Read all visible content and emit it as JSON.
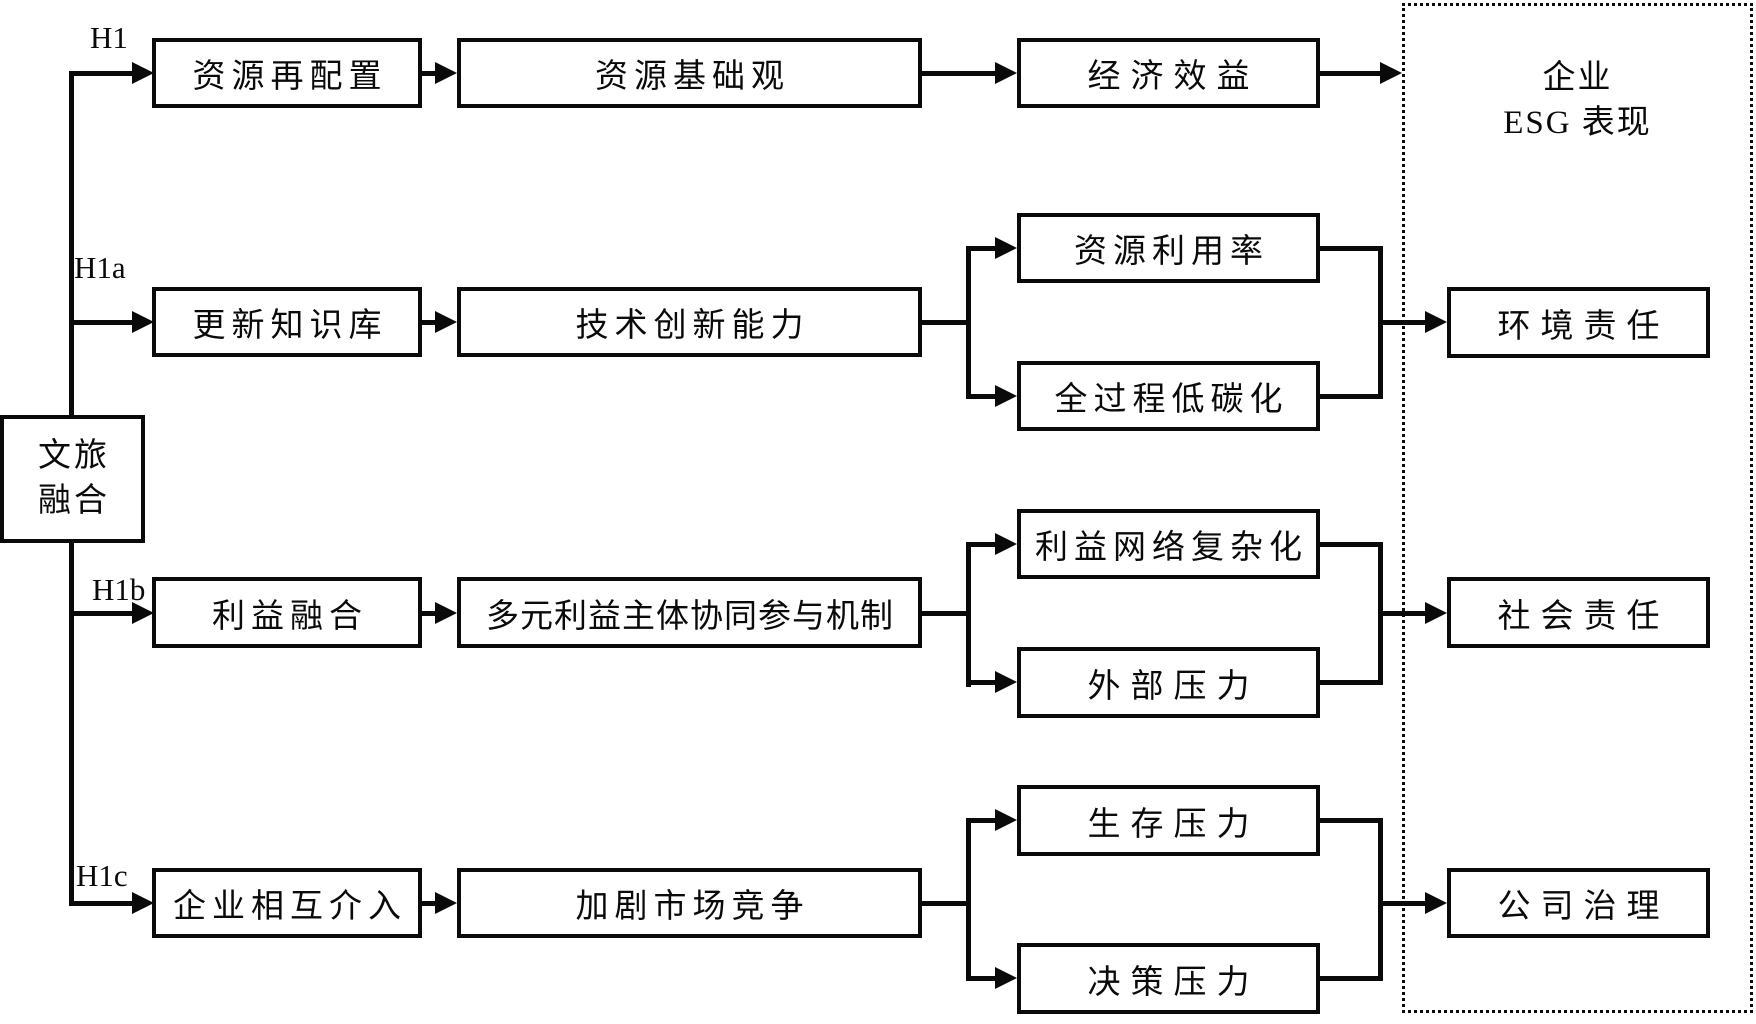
{
  "figure": {
    "description": "Research model flow diagram linking culture-tourism integration to corporate ESG performance",
    "colors": {
      "line": "#0a0a0a",
      "box_border": "#0a0a0a",
      "box_background": "#ffffff",
      "page_background": "#ffffff",
      "text": "#0a0a0a"
    }
  },
  "source_box": {
    "line1": "文旅",
    "line2": "融合"
  },
  "hypothesis_labels": {
    "h1": "H1",
    "h1a": "H1a",
    "h1b": "H1b",
    "h1c": "H1c"
  },
  "rows": {
    "h1": {
      "antecedent": "资源再配置",
      "mediator": "资源基础观",
      "outcome_mediator": "经济效益"
    },
    "h1a": {
      "antecedent": "更新知识库",
      "mediator": "技术创新能力",
      "sub_top": "资源利用率",
      "sub_bottom": "全过程低碳化",
      "outcome": "环境责任"
    },
    "h1b": {
      "antecedent": "利益融合",
      "mediator": "多元利益主体协同参与机制",
      "sub_top": "利益网络复杂化",
      "sub_bottom": "外部压力",
      "outcome": "社会责任"
    },
    "h1c": {
      "antecedent": "企业相互介入",
      "mediator": "加剧市场竞争",
      "sub_top": "生存压力",
      "sub_bottom": "决策压力",
      "outcome": "公司治理"
    }
  },
  "esg_panel": {
    "title_line1": "企业",
    "title_line2": "ESG 表现"
  }
}
